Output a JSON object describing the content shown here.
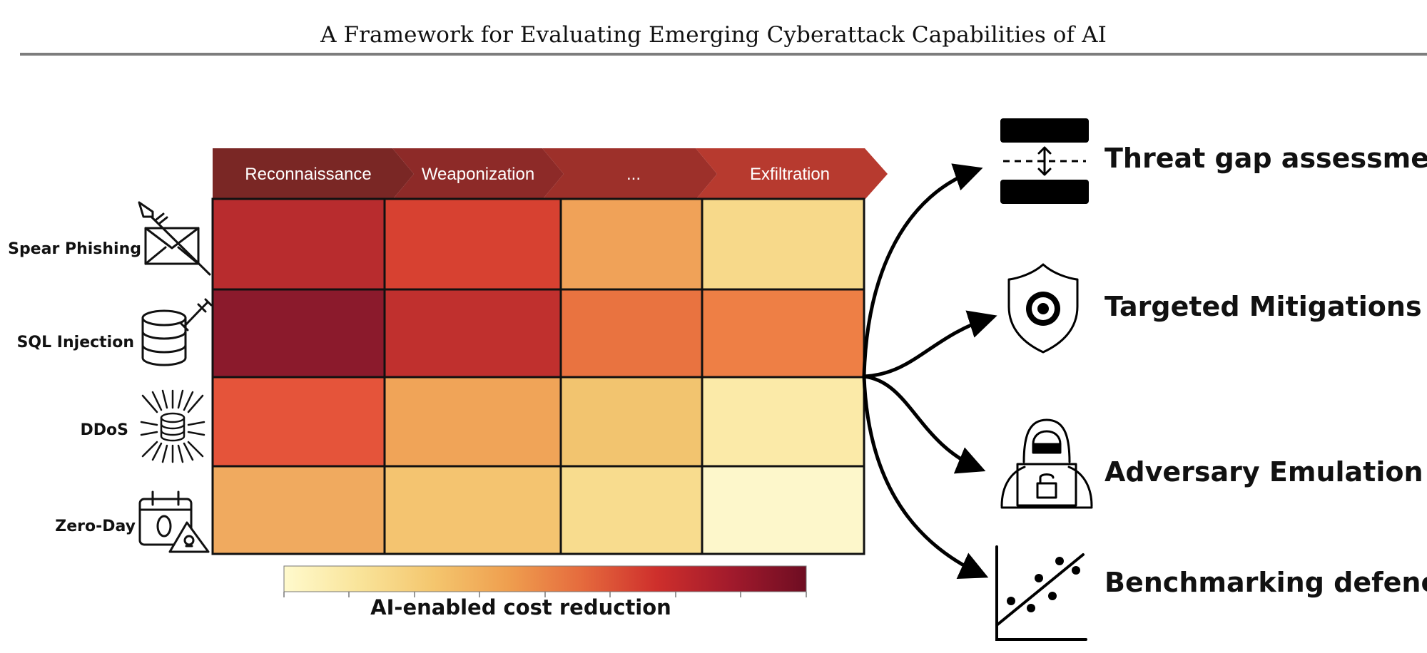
{
  "header": {
    "title": "A Framework for Evaluating Emerging Cyberattack Capabilities of AI"
  },
  "stages": [
    {
      "label": "Reconnaissance"
    },
    {
      "label": "Weaponization"
    },
    {
      "label": "..."
    },
    {
      "label": "Exfiltration"
    }
  ],
  "rows": [
    {
      "label": "Spear Phishing",
      "icon": "spear-envelope-icon"
    },
    {
      "label": "SQL Injection",
      "icon": "database-syringe-icon"
    },
    {
      "label": "DDoS",
      "icon": "ddos-server-arrows-icon"
    },
    {
      "label": "Zero-Day",
      "icon": "calendar-zero-skull-icon"
    }
  ],
  "heatmap": {
    "level_scale": "0 = lowest, 1 = highest AI-enabled cost reduction",
    "levels": [
      [
        0.82,
        0.72,
        0.4,
        0.16
      ],
      [
        1.0,
        0.82,
        0.58,
        0.56
      ],
      [
        0.68,
        0.42,
        0.28,
        0.08
      ],
      [
        0.43,
        0.33,
        0.18,
        0.02
      ]
    ]
  },
  "colors": {
    "cell_colors": [
      [
        "#b82c2e",
        "#d74131",
        "#f0a258",
        "#f7d98a"
      ],
      [
        "#8b1a2c",
        "#c0302e",
        "#e97340",
        "#ee7f45"
      ],
      [
        "#e5543a",
        "#f0a458",
        "#f2c46f",
        "#fbeaa8"
      ],
      [
        "#f0aa5f",
        "#f4c470",
        "#f8dc8e",
        "#fdf7cb"
      ]
    ],
    "stage_colors": [
      "#7a2725",
      "#8d2a28",
      "#9d302a",
      "#b73a2f"
    ],
    "colorbar_stops": [
      "#fffacd",
      "#f9e49a",
      "#f4c66e",
      "#ef9f4f",
      "#e56a3d",
      "#ce2f2c",
      "#a11a2c",
      "#6e0d22"
    ],
    "grid_line": "#111111"
  },
  "colorbar": {
    "label": "AI-enabled cost reduction"
  },
  "outputs": [
    {
      "label": "Threat gap assessments",
      "icon": "threat-gap-icon"
    },
    {
      "label": "Targeted Mitigations",
      "icon": "shield-target-icon"
    },
    {
      "label": "Adversary Emulation",
      "icon": "hacker-laptop-icon"
    },
    {
      "label": "Benchmarking defences",
      "icon": "scatter-plot-icon"
    }
  ]
}
